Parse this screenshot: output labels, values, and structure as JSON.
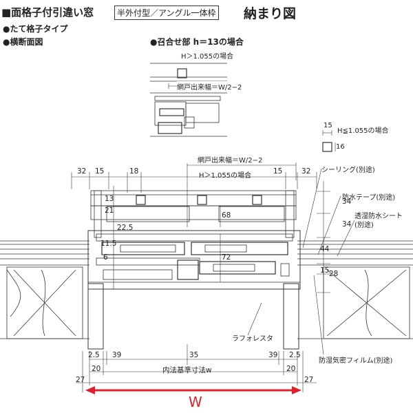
{
  "header": {
    "title": "■面格子付引違い窓",
    "tag": "半外付型／アングル一体枠",
    "section_title": "納まり図"
  },
  "subtitle": {
    "line1": "●たて格子タイプ",
    "line2": "●横断面図",
    "meeting_heading": "●召合せ部 h＝13の場合"
  },
  "meeting_detail": {
    "h_label": "H＞1.055の場合",
    "screen_label": "網戸出来幅＝W/2−2"
  },
  "inset_detail": {
    "dim_top": "15",
    "dim_side": "16",
    "h_label": "H≦1.055の場合"
  },
  "main": {
    "screen_label": "網戸出来幅＝W/2−2",
    "h_label": "H＞1.055の場合",
    "dims_top": [
      "32",
      "15",
      "18",
      "15",
      "32"
    ],
    "dims_right": [
      "34",
      "34",
      "44",
      "15",
      "28"
    ],
    "dims_left": [
      "13",
      "21",
      "22.5",
      "11.5",
      "6"
    ],
    "dims_center": [
      "68",
      "72"
    ],
    "dims_bottom_row1": [
      "2.5",
      "39",
      "35",
      "39",
      "2.5"
    ],
    "dims_bottom_row2": [
      "20",
      "20"
    ],
    "dims_bottom_row3": [
      "27",
      "27"
    ],
    "inner_label": "内法基準寸法w",
    "w_label": "W"
  },
  "callouts": {
    "sealing": "シーリング(別途)",
    "tape": "防水テープ(別途)",
    "sheet_line1": "透湿防水シート",
    "sheet_line2": "(別途)",
    "laforesta": "ラフォレスタ",
    "film": "防湿気密フィルム(別途)"
  },
  "colors": {
    "accent": "#e0202a",
    "line": "#333333"
  }
}
